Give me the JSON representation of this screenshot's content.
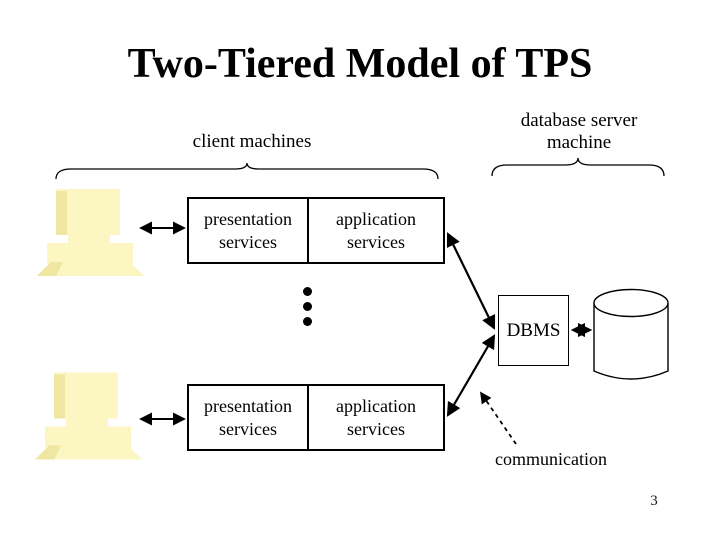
{
  "slide": {
    "title": "Two-Tiered Model of TPS",
    "page_number": "3"
  },
  "labels": {
    "client": "client machines",
    "server_line1": "database server",
    "server_line2": "machine",
    "communication": "communication"
  },
  "boxes": {
    "rows": [
      {
        "cells": [
          {
            "line1": "presentation",
            "line2": "services"
          },
          {
            "line1": "application",
            "line2": "services"
          }
        ]
      },
      {
        "cells": [
          {
            "line1": "presentation",
            "line2": "services"
          },
          {
            "line1": "application",
            "line2": "services"
          }
        ]
      }
    ],
    "dbms": "DBMS"
  },
  "decor": {
    "ellipsis_dot_count": 3,
    "colors": {
      "computer_fill": "#FBF6C2",
      "computer_shadow": "#EFE6A2",
      "line": "#000000",
      "background": "#FFFFFF",
      "title": "#000000"
    }
  }
}
